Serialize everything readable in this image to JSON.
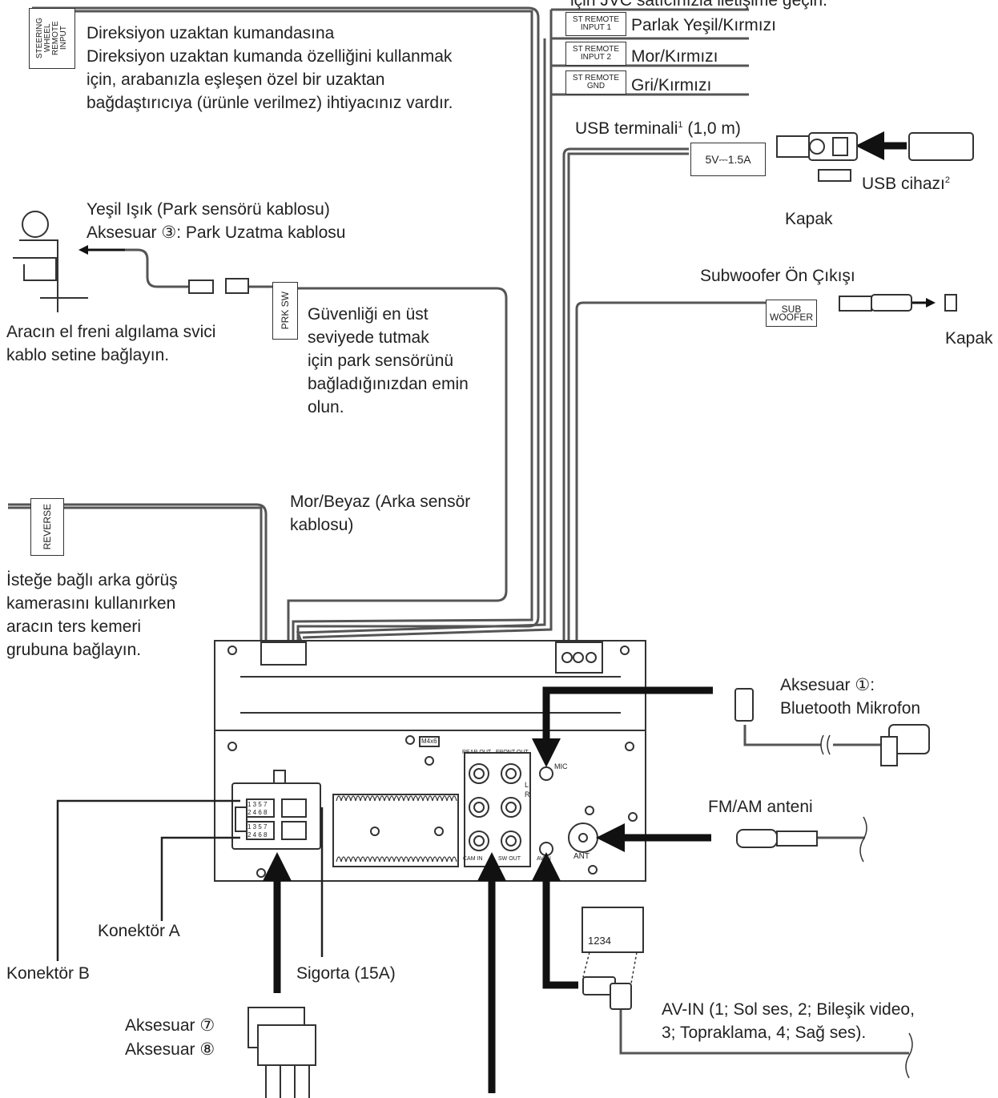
{
  "header_clip": "için JVC satıcınızla iletişime geçin.",
  "steering": {
    "label": "STEERING\nWHEEL\nREMOTE\nINPUT",
    "text": "Direksiyon uzaktan kumandasına\nDireksiyon uzaktan kumanda özelliğini kullanmak\niçin, arabanızla eşleşen özel bir uzaktan\nbağdaştırıcıya (ürünle verilmez) ihtiyacınız vardır."
  },
  "st_remote": [
    {
      "label": "ST REMOTE\nINPUT 1",
      "text": "Parlak Yeşil/Kırmızı"
    },
    {
      "label": "ST REMOTE\nINPUT 2",
      "text": "Mor/Kırmızı"
    },
    {
      "label": "ST REMOTE\nGND",
      "text": "Gri/Kırmızı"
    }
  ],
  "usb": {
    "terminal": "USB terminali",
    "terminal_sup": "1",
    "length": "(1,0 m)",
    "rating": "5V⎓1.5A",
    "device": "USB cihazı",
    "device_sup": "2",
    "cap": "Kapak"
  },
  "parking": {
    "text": "Yeşil Işık (Park sensörü kablosu)\nAksesuar ③: Park Uzatma kablosu",
    "label": "PRK SW",
    "note": "Güvenliği en üst\nseviyede tutmak\niçin park sensörünü\nbağladığınızdan emin\nolun.",
    "brake_note": "Aracın el freni algılama svici\nkablo setine bağlayın."
  },
  "subwoofer": {
    "title": "Subwoofer Ön Çıkışı",
    "label": "SUB\nWOOFER",
    "cap": "Kapak"
  },
  "reverse": {
    "label": "REVERSE",
    "wire": "Mor/Beyaz (Arka sensör\nkablosu)",
    "note": "İsteğe bağlı arka görüş\nkamerasını kullanırken\naracın ters kemeri\ngrubuna bağlayın."
  },
  "mic": {
    "text": "Aksesuar ①:\nBluetooth Mikrofon",
    "jack": "MIC"
  },
  "antenna": {
    "text": "FM/AM anteni",
    "jack": "ANT"
  },
  "unit": {
    "screw": "M4x6",
    "rear_out": "REAR OUT",
    "front_out": "FRONT OUT",
    "l": "L",
    "r": "R",
    "cam": "CAM IN",
    "sw_out": "SW OUT",
    "av_in": "AV IN",
    "conn_row1": "1 3 5 7",
    "conn_row2": "2 4 6 8"
  },
  "connectors": {
    "a": "Konektör A",
    "b": "Konektör B",
    "fuse": "Sigorta (15A)"
  },
  "accessories": {
    "a7": "Aksesuar ⑦",
    "a8": "Aksesuar ⑧"
  },
  "avin": {
    "pins": "1234",
    "text": "AV-IN (1; Sol ses, 2; Bileşik video,\n3; Topraklama, 4; Sağ ses)."
  }
}
